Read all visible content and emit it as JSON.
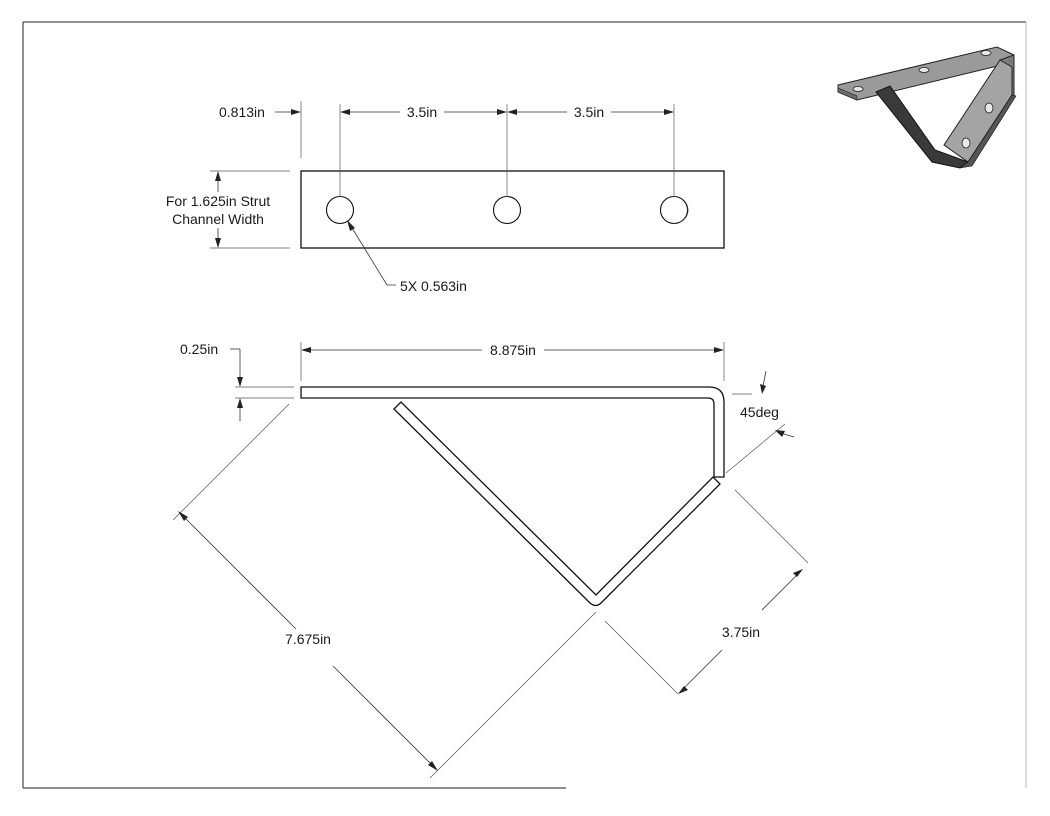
{
  "top_view": {
    "edge_offset": "0.813in",
    "spacing_left": "3.5in",
    "spacing_right": "3.5in",
    "width_note_line1": "For 1.625in Strut",
    "width_note_line2": "Channel Width",
    "hole_callout": "5X 0.563in"
  },
  "side_view": {
    "thickness": "0.25in",
    "overall_length": "8.875in",
    "bend_angle": "45deg",
    "diagonal_length": "7.675in",
    "short_leg_length": "3.75in"
  },
  "colors": {
    "line": "#111111",
    "iso_top": "#9a9a9a",
    "iso_side": "#7c7c7c",
    "iso_dark": "#3a3a3a"
  }
}
